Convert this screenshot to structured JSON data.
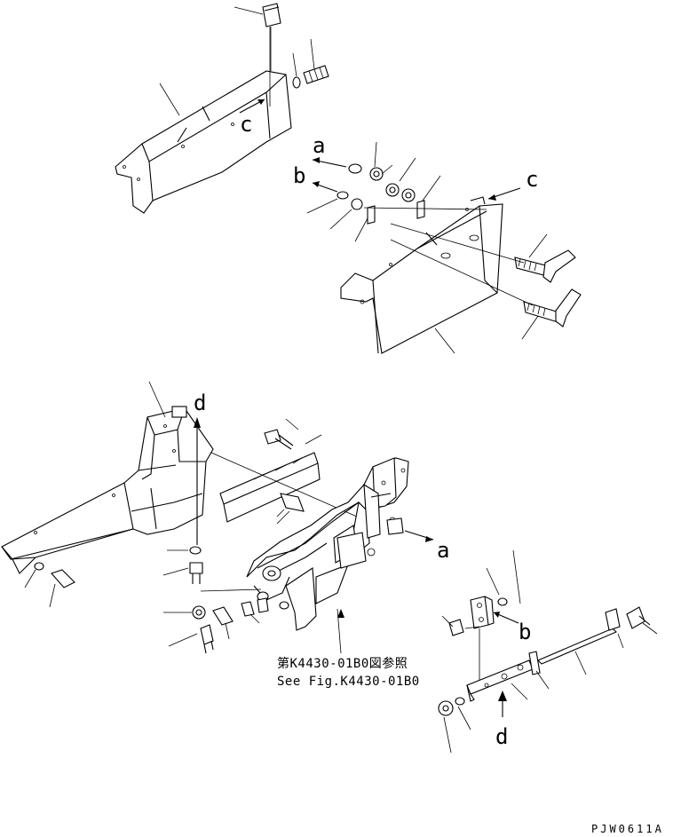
{
  "callouts": {
    "a_top": "a",
    "b_top": "b",
    "c_top": "c",
    "c_right": "c",
    "d_upper": "d",
    "a_right": "a",
    "b_right": "b",
    "d_lower": "d"
  },
  "note": {
    "jp": "第K4430-01B0図参照",
    "en": "See Fig.K4430-01B0"
  },
  "drawing_code": "PJW0611A"
}
